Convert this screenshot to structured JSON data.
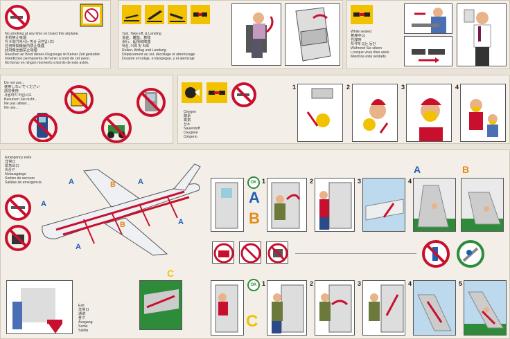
{
  "smoking": {
    "text": "No smoking at any time on board this airplane.\n全机禁止吸烟\n이 비행기에서는 항상 금연입니다\n任何時間機艙內禁止吸煙\n此飛機全面禁止吸煙\nRauchen an Bord dieses Flugzeugs ist Keiner Zeit gestattet.\nInterdiction permanente de fumer à bord de cet avion.\nNo fumar en ningún momento a bordo de este avión."
  },
  "taxi": {
    "text": "Taxi, Take-off, & Landing\n滑走、離陸、着陸\n滑行、起飛和降落\n택싱, 이륙 및 착륙\nRollen, Abflug und Landung\nDéplacement au sol, décollage et atterrissage\nDurante el rodaje, el despegue, y el aterrizaje"
  },
  "seated": {
    "text": "While seated\n着席中は\n在座時\n착석해 있는 동안\nWährend Sie sitzen\nLorsque vous êtes assis\nMientras está sentado"
  },
  "donotuse": {
    "text": "Do not use...\n使用しないでください\n請勿使用\n사용하지 마십시오\nBenutzen Sie nicht...\nNe pas utiliser...\nNo use..."
  },
  "oxygen": {
    "text": "Oxygen\n酸素\n氧氣\n산소\nSauerstoff\nOxygène\nOxígeno"
  },
  "oxygen_steps": [
    "1",
    "2",
    "3",
    "4"
  ],
  "emergency": {
    "text": "Emergency exits\n非常口\n緊急出口\n비상구\nNotausgänge\nSorties de secours\nSalidas de emergencia"
  },
  "exit": {
    "text": "Exit\n非常口\n通道\n출구\nAusgang\nSortie\nSalida"
  },
  "door_labels": {
    "ok": "OK",
    "a": "A",
    "b": "B",
    "c": "C"
  },
  "door_steps_ab": [
    "1",
    "2",
    "3",
    "4"
  ],
  "door_steps_c": [
    "1",
    "2",
    "3",
    "4",
    "5"
  ],
  "colors": {
    "red": "#c8102e",
    "blue": "#1f5fb4",
    "yellow": "#f2c200",
    "orange": "#e48a1a",
    "green": "#2e8b3a"
  }
}
